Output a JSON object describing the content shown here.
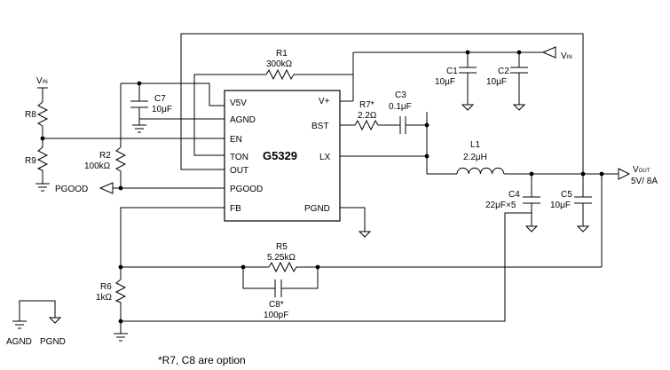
{
  "chip": {
    "name": "G5329",
    "pins_left": [
      "V5V",
      "AGND",
      "EN",
      "TON",
      "OUT",
      "PGOOD",
      "FB"
    ],
    "pins_right": [
      "V+",
      "BST",
      "LX",
      "PGND"
    ]
  },
  "components": {
    "R1": {
      "ref": "R1",
      "value": "300kΩ"
    },
    "R2": {
      "ref": "R2",
      "value": "100kΩ"
    },
    "R5": {
      "ref": "R5",
      "value": "5.25kΩ"
    },
    "R6": {
      "ref": "R6",
      "value": "1kΩ"
    },
    "R7": {
      "ref": "R7*",
      "value": "2.2Ω"
    },
    "R8": {
      "ref": "R8"
    },
    "R9": {
      "ref": "R9"
    },
    "C1": {
      "ref": "C1",
      "value": "10μF"
    },
    "C2": {
      "ref": "C2",
      "value": "10μF"
    },
    "C3": {
      "ref": "C3",
      "value": "0.1μF"
    },
    "C4": {
      "ref": "C4",
      "value": "22μF×5"
    },
    "C5": {
      "ref": "C5",
      "value": "10μF"
    },
    "C7": {
      "ref": "C7",
      "value": "10μF"
    },
    "C8": {
      "ref": "C8*",
      "value": "100pF"
    },
    "L1": {
      "ref": "L1",
      "value": "2.2μH"
    }
  },
  "nets": {
    "vin_main": {
      "v": "V",
      "sub": "IN"
    },
    "vin_left": {
      "v": "V",
      "sub": "IN"
    },
    "vout": {
      "v": "V",
      "sub": "OUT",
      "rating": "5V/ 8A"
    },
    "pgood": "PGOOD"
  },
  "legend": {
    "agnd": "AGND",
    "pgnd": "PGND"
  },
  "footnote": "*R7, C8 are option"
}
